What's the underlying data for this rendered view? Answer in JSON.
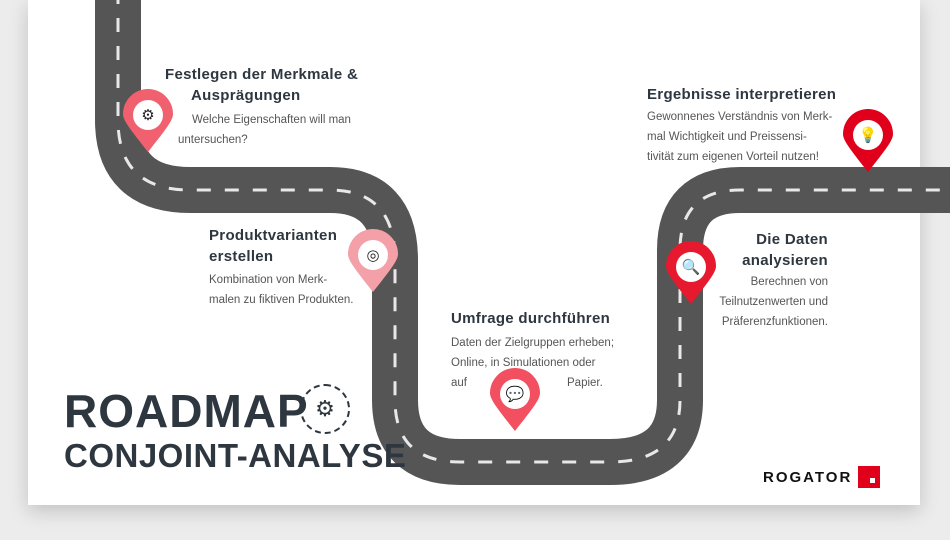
{
  "title": {
    "line1": "ROADMAP",
    "line2": "CONJOINT-ANALYSE"
  },
  "brand": "ROGATOR",
  "colors": {
    "road": "#555555",
    "pin1": "#f0606e",
    "pin2": "#f4a0a8",
    "pin3": "#f25060",
    "pin4": "#e6192e",
    "pin5": "#e0001b"
  },
  "steps": [
    {
      "title1": "Festlegen der Merkmale &",
      "title2": "Ausprägungen",
      "desc1": "Welche Eigenschaften will man",
      "desc2": "untersuchen?",
      "icon": "search-gear-icon"
    },
    {
      "title1": "Produktvarianten",
      "title2": "erstellen",
      "desc1": "Kombination von Merk-",
      "desc2": "malen zu fiktiven Produkten.",
      "icon": "overlap-circles-icon"
    },
    {
      "title1": "Umfrage durchführen",
      "desc1": "Daten der Zielgruppen erheben;",
      "desc2": "Online, in Simulationen oder",
      "desc3a": "auf",
      "desc3b": "Papier.",
      "icon": "chat-chart-icon"
    },
    {
      "title1": "Die Daten",
      "title2": "analysieren",
      "desc1": "Berechnen von",
      "desc2": "Teilnutzenwerten und",
      "desc3": "Präferenzfunktionen.",
      "icon": "magnifier-icon"
    },
    {
      "title1": "Ergebnisse interpretieren",
      "desc1": "Gewonnenes Verständnis von Merk-",
      "desc2": "mal Wichtigkeit und Preissensi-",
      "desc3": "tivität zum eigenen Vorteil nutzen!",
      "icon": "lightbulb-icon"
    }
  ]
}
